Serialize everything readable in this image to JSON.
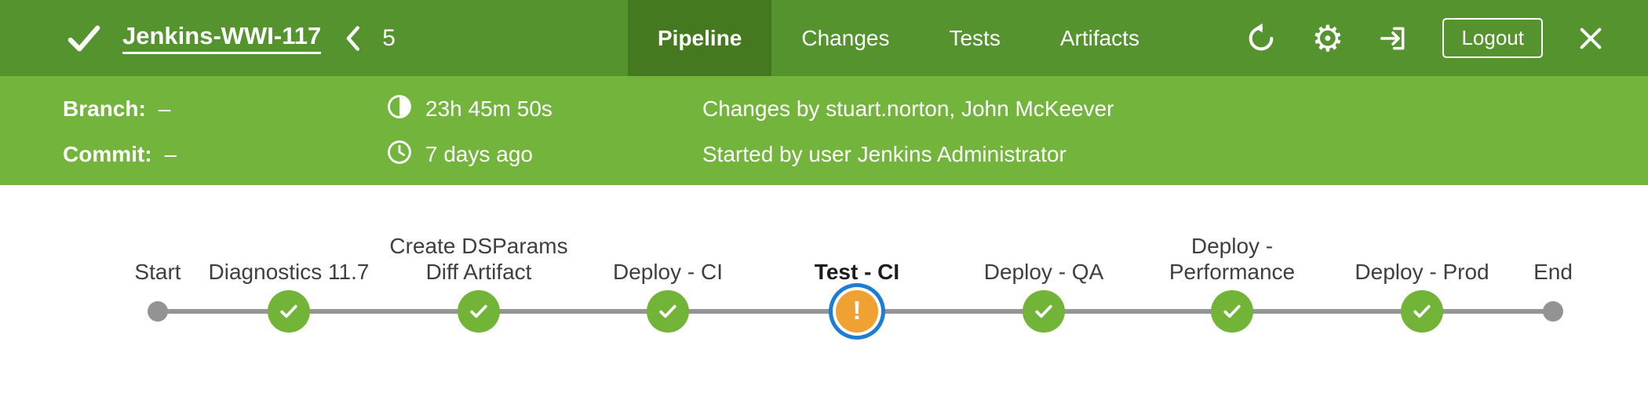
{
  "colors": {
    "topbar": "#54932d",
    "topbar_active_tab": "#45791f",
    "infobar": "#73b43c",
    "success": "#72b437",
    "unstable": "#efa131",
    "selected_ring": "#1d7cd5",
    "terminal": "#949393",
    "line": "#959595"
  },
  "header": {
    "title": "Jenkins-WWI-117",
    "run_number": "5",
    "tabs": [
      {
        "label": "Pipeline",
        "active": true
      },
      {
        "label": "Changes",
        "active": false
      },
      {
        "label": "Tests",
        "active": false
      },
      {
        "label": "Artifacts",
        "active": false
      }
    ],
    "logout_label": "Logout"
  },
  "info_bar": {
    "branch_label": "Branch:",
    "branch_value": "–",
    "commit_label": "Commit:",
    "commit_value": "–",
    "duration": "23h 45m 50s",
    "completed": "7 days ago",
    "changes": "Changes by stuart.norton, John McKeever",
    "started_by": "Started by user Jenkins Administrator"
  },
  "pipeline": {
    "stages": [
      {
        "name": "Start",
        "status": "terminal"
      },
      {
        "name": "Diagnostics 11.7",
        "status": "success"
      },
      {
        "name": "Create DSParams Diff Artifact",
        "status": "success"
      },
      {
        "name": "Deploy - CI",
        "status": "success"
      },
      {
        "name": "Test - CI",
        "status": "unstable",
        "selected": true
      },
      {
        "name": "Deploy - QA",
        "status": "success"
      },
      {
        "name": "Deploy - Performance",
        "status": "success"
      },
      {
        "name": "Deploy - Prod",
        "status": "success"
      },
      {
        "name": "End",
        "status": "terminal"
      }
    ]
  }
}
